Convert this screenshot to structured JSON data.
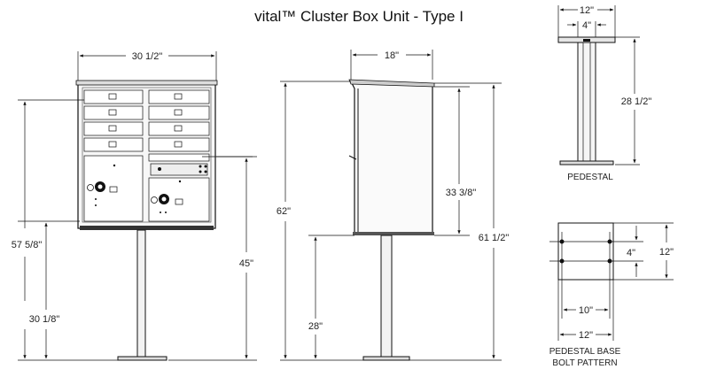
{
  "title": "vital™ Cluster Box Unit - Type I",
  "front": {
    "width": "30 1/2\"",
    "overall_height": "57 5/8\"",
    "box_bottom_height": "45\"",
    "pedestal_height": "30 1/8\""
  },
  "side": {
    "depth": "18\"",
    "overall_height": "62\"",
    "box_height": "33 3/8\"",
    "top_height": "61 1/2\"",
    "pedestal_height": "28\""
  },
  "pedestal": {
    "base_width": "12\"",
    "column_width": "4\"",
    "height": "28 1/2\"",
    "caption": "PEDESTAL"
  },
  "bolt_pattern": {
    "outer_height": "12\"",
    "inner_height": "4\"",
    "inner_width": "10\"",
    "outer_width": "12\"",
    "caption_line1": "PEDESTAL BASE",
    "caption_line2": "BOLT PATTERN"
  }
}
